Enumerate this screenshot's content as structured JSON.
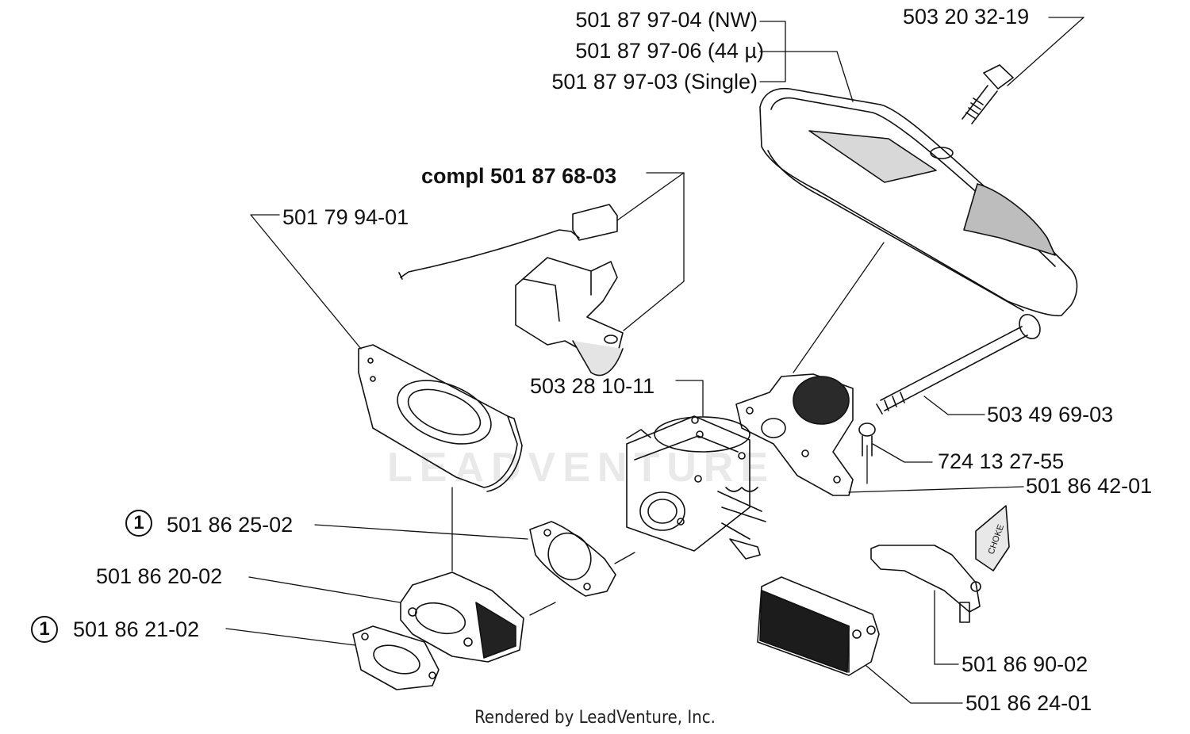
{
  "labels": {
    "air_filter_nw": "501 87 97-04 (NW)",
    "air_filter_44": "501 87 97-06 (44 µ)",
    "air_filter_single": "501 87 97-03 (Single)",
    "screw_top": "503 20 32-19",
    "choke_compl": "compl 501 87 68-03",
    "plate": "501 79 94-01",
    "carburetor": "503 28 10-11",
    "long_bolt": "503 49 69-03",
    "small_screw": "724 13 27-55",
    "adapter": "501 86 42-01",
    "gasket_mid": "501 86 25-02",
    "intake": "501 86 20-02",
    "gasket_bottom": "501 86 21-02",
    "choke_lever": "501 86 90-02",
    "box": "501 86 24-01"
  },
  "badges": {
    "gasket_mid": "1",
    "gasket_bottom": "1"
  },
  "watermark": "LEADVENTURE",
  "choke_text": "CHOKE",
  "credit": "Rendered by LeadVenture, Inc."
}
